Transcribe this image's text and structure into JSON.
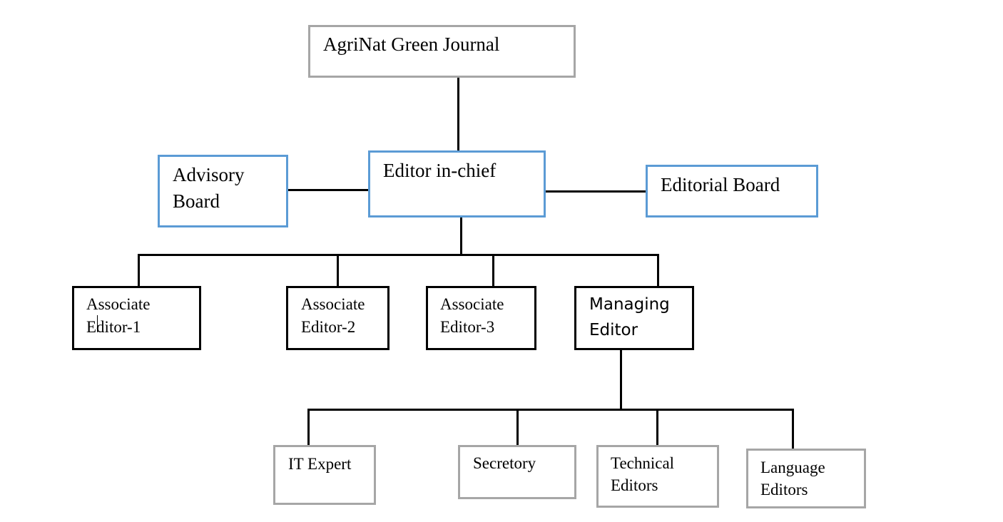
{
  "nodes": {
    "journal": "AgriNat Green Journal",
    "editor_in_chief": "Editor in-chief",
    "advisory_board": [
      "Advisory",
      "Board"
    ],
    "editorial_board": "Editorial Board",
    "associate_editor_1": [
      "Associate",
      "Editor-1"
    ],
    "associate_editor_2": [
      "Associate",
      "Editor-2"
    ],
    "associate_editor_3": [
      "Associate",
      "Editor-3"
    ],
    "managing_editor": [
      "Managing",
      "Editor"
    ],
    "it_expert": "IT Expert",
    "secretory": "Secretory",
    "technical_editors": [
      "Technical",
      "Editors"
    ],
    "language_editors": [
      "Language",
      "Editors"
    ]
  },
  "colors": {
    "gray_border": "#a6a6a6",
    "blue_border": "#5b9bd5",
    "black_border": "#000000",
    "connector": "#000000"
  }
}
